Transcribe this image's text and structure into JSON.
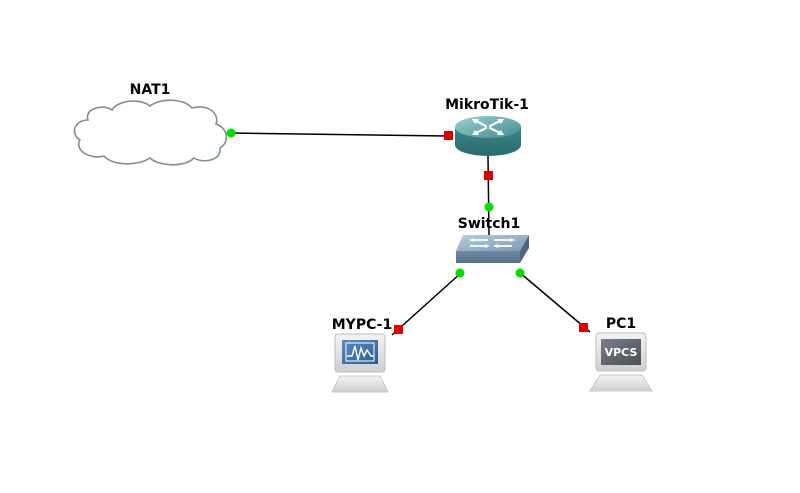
{
  "topology": {
    "nodes": [
      {
        "id": "nat1",
        "label": "NAT1",
        "type": "cloud"
      },
      {
        "id": "mikrotik1",
        "label": "MikroTik-1",
        "type": "router"
      },
      {
        "id": "switch1",
        "label": "Switch1",
        "type": "switch"
      },
      {
        "id": "mypc1",
        "label": "MYPC-1",
        "type": "host-monitor"
      },
      {
        "id": "pc1",
        "label": "PC1",
        "type": "vpcs",
        "screen_text": "VPCS"
      }
    ],
    "links": [
      {
        "from": "nat1",
        "to": "mikrotik1",
        "from_status": "up",
        "to_status": "down"
      },
      {
        "from": "mikrotik1",
        "to": "switch1",
        "from_status": "down",
        "to_status": "up"
      },
      {
        "from": "switch1",
        "to": "mypc1",
        "from_status": "up",
        "to_status": "down"
      },
      {
        "from": "switch1",
        "to": "pc1",
        "from_status": "up",
        "to_status": "down"
      }
    ],
    "colors": {
      "link_up": "#00e000",
      "link_down": "#e00000",
      "link_line": "#000000",
      "router_body": "#3d8a8e",
      "switch_body": "#7a95b0",
      "cloud_stroke": "#7f8f95",
      "screen_blue": "#3a6ea8",
      "screen_gray": "#5a5f66"
    }
  }
}
